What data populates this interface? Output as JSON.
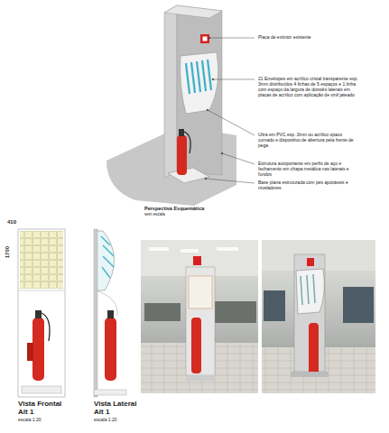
{
  "diagram": {
    "labels": [
      "Placa de extintor existente",
      "21 Envelopes em acrílico cristal transparente esp. 3mm distribuídos 4 linhas de 5 espaços e 1 linha com espaço da largura de dossiês laterais em placas de acrílico com aplicação de vinil jateado",
      "Ultra em PVC esp. 3mm ou acrílico opaco curvado e dispositivo de abertura pela frente de pega",
      "Estrutura autoportante em perfis de aço e fechamento em chapa metálica nas laterais e fundos",
      "Base plana estruturada com pés ajustáveis e niveladores",
      "Perspectiva Esquemática",
      "sem escala",
      "410",
      "1700",
      "Vista Frontal",
      "Alt 1",
      "escala 1:20",
      "Vista Lateral",
      "Alt 1",
      "escala 1:20"
    ]
  }
}
